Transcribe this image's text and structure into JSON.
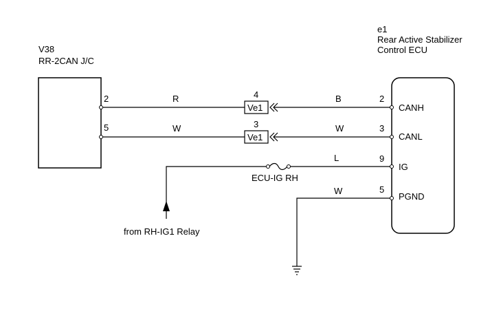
{
  "jc": {
    "code": "V38",
    "name": "RR-2CAN J/C",
    "pins": [
      "2",
      "5"
    ]
  },
  "ecu": {
    "code": "e1",
    "name_line1": "Rear Active Stabilizer",
    "name_line2": "Control ECU",
    "pins": [
      {
        "num": "2",
        "label": "CANH"
      },
      {
        "num": "3",
        "label": "CANL"
      },
      {
        "num": "9",
        "label": "IG"
      },
      {
        "num": "5",
        "label": "PGND"
      }
    ]
  },
  "wires": {
    "canh_left_color": "R",
    "canh_right_color": "B",
    "canl_left_color": "W",
    "canl_right_color": "W",
    "ig_color": "L",
    "pgnd_color": "W"
  },
  "connectors": [
    {
      "pin": "4",
      "label": "Ve1"
    },
    {
      "pin": "3",
      "label": "Ve1"
    }
  ],
  "fuse": {
    "label": "ECU-IG RH"
  },
  "source": {
    "label": "from RH-IG1 Relay"
  }
}
